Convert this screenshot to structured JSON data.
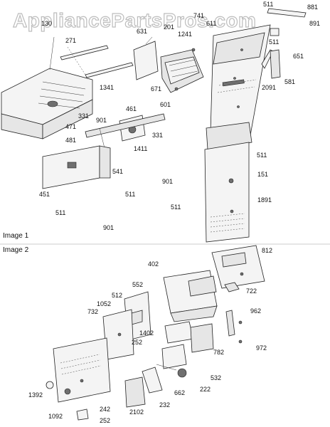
{
  "watermark": "AppliancePartsPros.com",
  "sections": [
    {
      "caption": "Image 1"
    },
    {
      "caption": "Image 2"
    }
  ],
  "callouts": [
    {
      "text": "511"
    },
    {
      "text": "881"
    },
    {
      "text": "891"
    },
    {
      "text": "511"
    },
    {
      "text": "651"
    },
    {
      "text": "581"
    },
    {
      "text": "2091"
    },
    {
      "text": "1241"
    },
    {
      "text": "611"
    },
    {
      "text": "631"
    },
    {
      "text": "201"
    },
    {
      "text": "271"
    },
    {
      "text": "1341"
    },
    {
      "text": "671"
    },
    {
      "text": "601"
    },
    {
      "text": "461"
    },
    {
      "text": "331"
    },
    {
      "text": "901"
    },
    {
      "text": "471"
    },
    {
      "text": "481"
    },
    {
      "text": "331"
    },
    {
      "text": "1411"
    },
    {
      "text": "541"
    },
    {
      "text": "901"
    },
    {
      "text": "511"
    },
    {
      "text": "451"
    },
    {
      "text": "511"
    },
    {
      "text": "901"
    },
    {
      "text": "151"
    },
    {
      "text": "511"
    },
    {
      "text": "1891"
    },
    {
      "text": "511"
    },
    {
      "text": "812"
    },
    {
      "text": "402"
    },
    {
      "text": "722"
    },
    {
      "text": "552"
    },
    {
      "text": "512"
    },
    {
      "text": "1052"
    },
    {
      "text": "732"
    },
    {
      "text": "1402"
    },
    {
      "text": "252"
    },
    {
      "text": "962"
    },
    {
      "text": "972"
    },
    {
      "text": "782"
    },
    {
      "text": "532"
    },
    {
      "text": "222"
    },
    {
      "text": "662"
    },
    {
      "text": "232"
    },
    {
      "text": "2102"
    },
    {
      "text": "1392"
    },
    {
      "text": "242"
    },
    {
      "text": "1092"
    },
    {
      "text": "252"
    },
    {
      "text": "741"
    },
    {
      "text": "130"
    }
  ]
}
